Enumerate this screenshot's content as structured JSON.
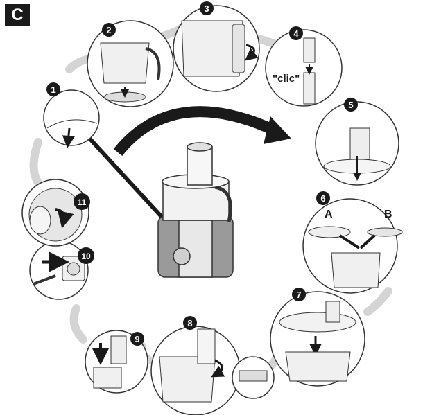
{
  "section_label": "C",
  "steps": [
    "1",
    "2",
    "3",
    "4",
    "5",
    "6",
    "7",
    "8",
    "9",
    "10",
    "11"
  ],
  "clic_text": "\"clic\"",
  "blade_labels": {
    "a": "A",
    "b": "B"
  },
  "colors": {
    "outline": "#333333",
    "shade": "#d9d9d9",
    "arrow": "#1a1a1a",
    "badge": "#1a1a1a"
  }
}
